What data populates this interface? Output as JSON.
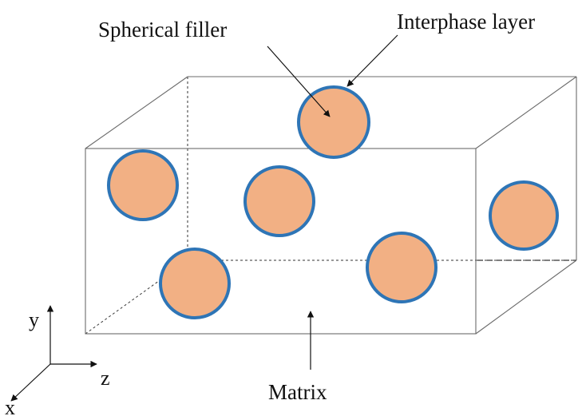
{
  "labels": {
    "spherical_filler": "Spherical filler",
    "interphase_layer": "Interphase layer",
    "matrix": "Matrix"
  },
  "axes": {
    "x": "x",
    "y": "y",
    "z": "z"
  },
  "colors": {
    "filler_fill": "#f2b084",
    "interphase_stroke": "#2e75b6",
    "box_edge": "#6b6b6b",
    "text": "#111111"
  }
}
